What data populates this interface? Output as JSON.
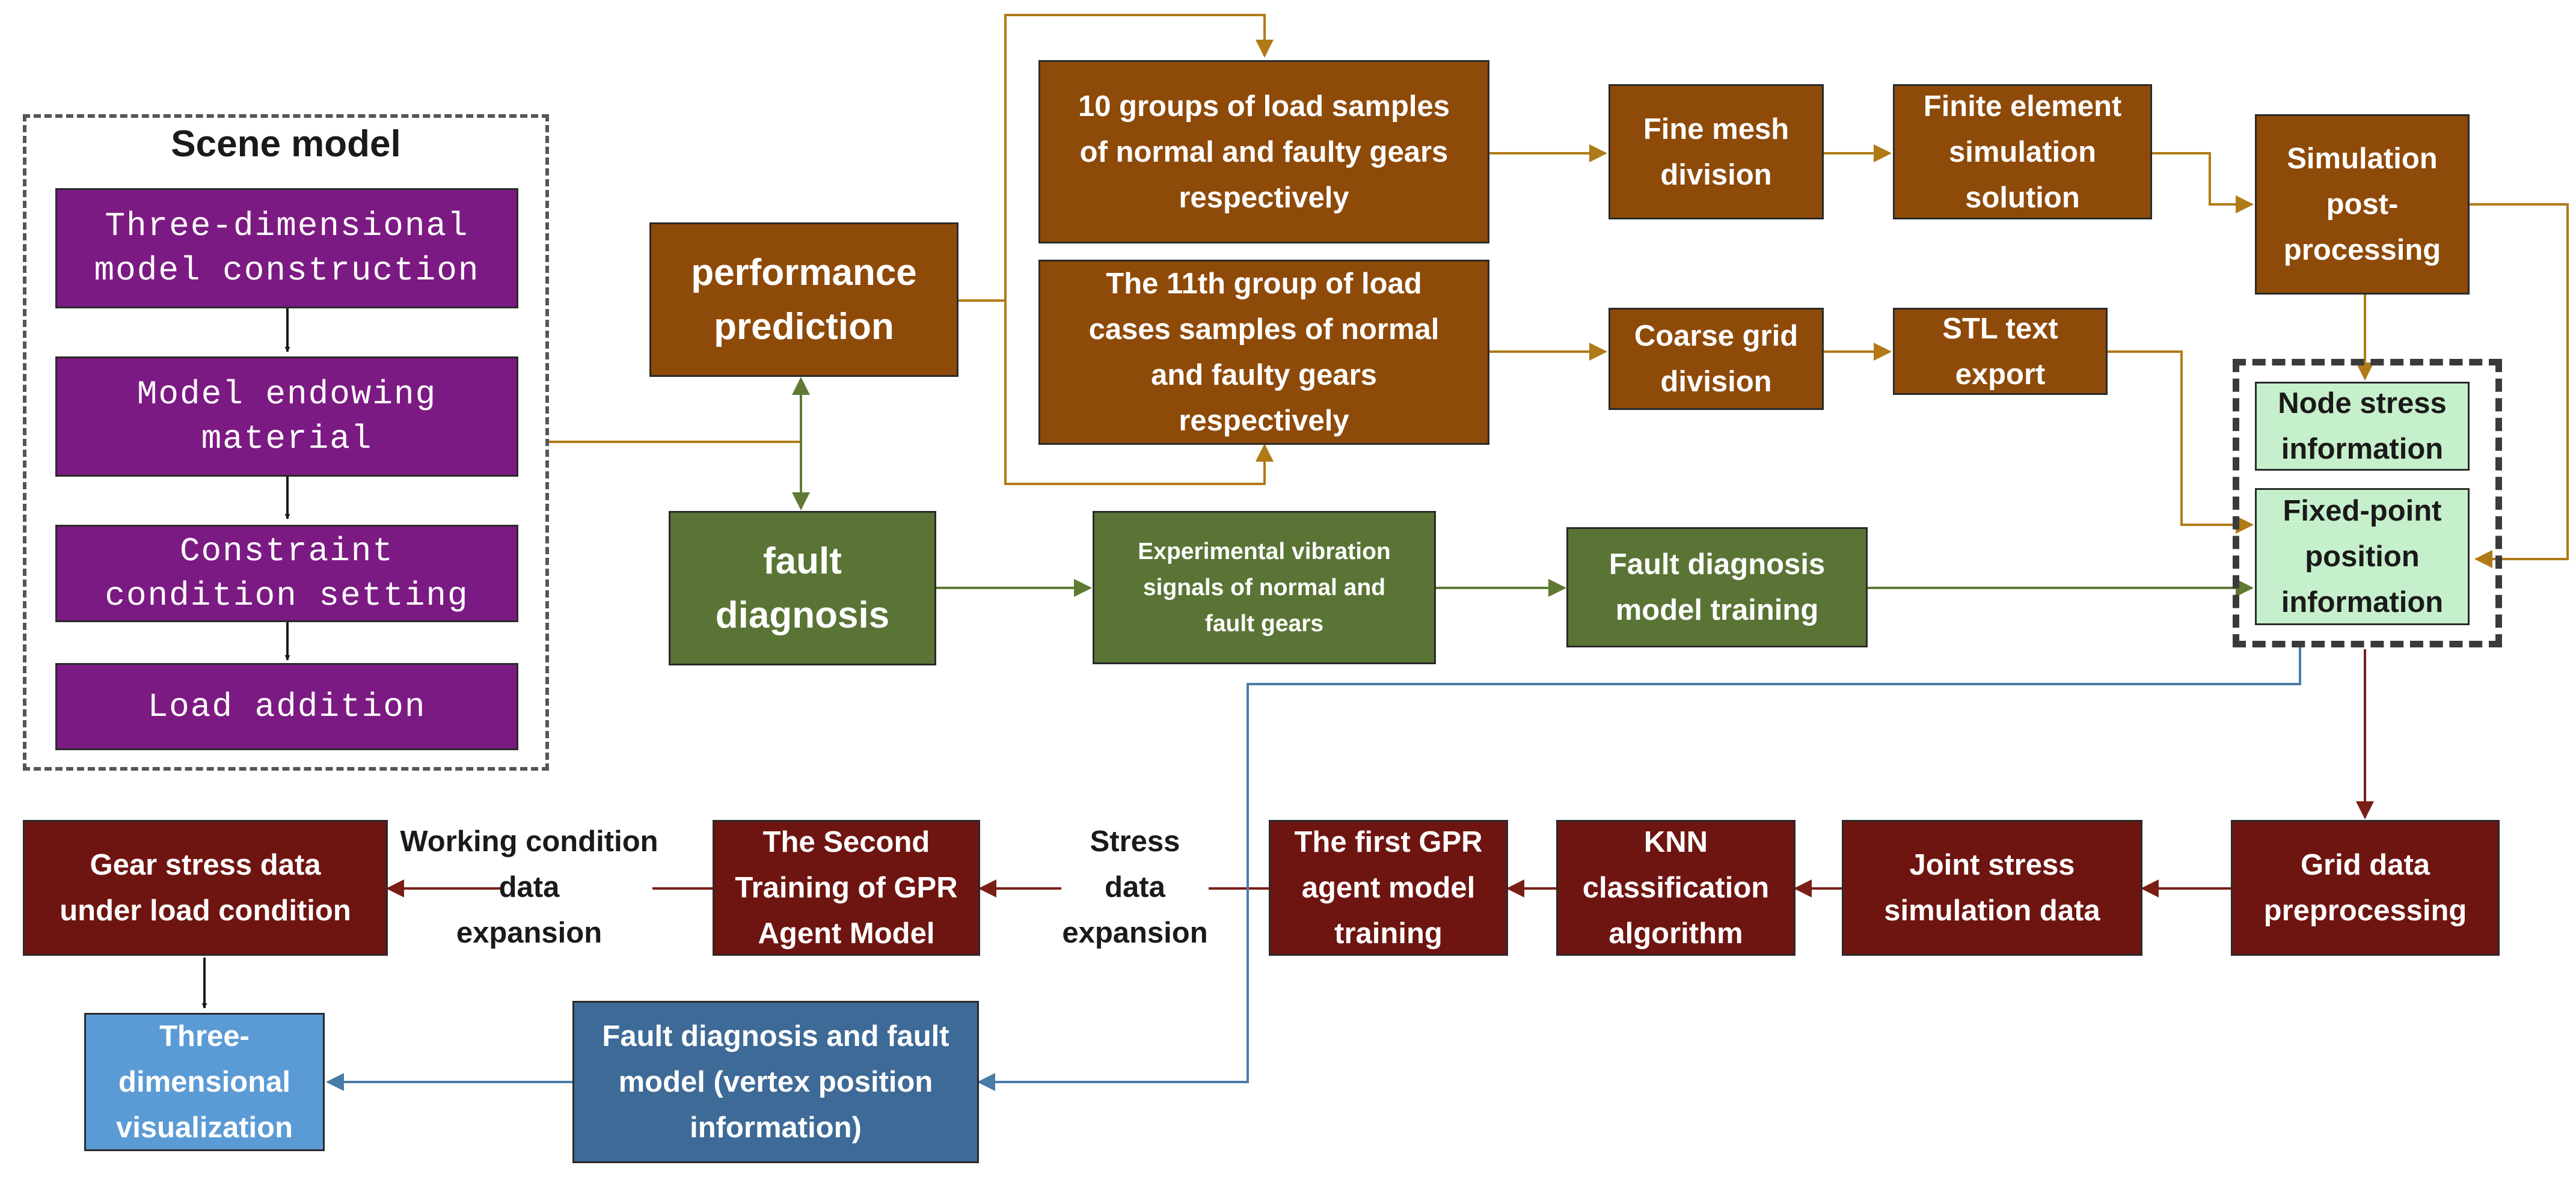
{
  "scene_model": {
    "title": "Scene model",
    "steps": [
      "Three-dimensional\nmodel construction",
      "Model endowing\nmaterial",
      "Constraint\ncondition setting",
      "Load addition"
    ]
  },
  "center": {
    "performance_prediction": "performance\nprediction",
    "fault_diagnosis": "fault\ndiagnosis"
  },
  "fine_branch": {
    "samples": "10 groups of load samples\nof normal and faulty gears\nrespectively",
    "mesh": "Fine mesh\ndivision",
    "fea": "Finite element\nsimulation\nsolution",
    "post": "Simulation\npost-\nprocessing"
  },
  "coarse_branch": {
    "samples": "The 11th group of load\ncases samples of normal\nand faulty gears\nrespectively",
    "grid": "Coarse grid\ndivision",
    "stl": "STL text\nexport"
  },
  "fault_branch": {
    "signals": "Experimental vibration\nsignals of normal and\nfault gears",
    "training": "Fault diagnosis\nmodel training"
  },
  "information": {
    "node_stress": "Node stress\ninformation",
    "fixed_point": "Fixed-point\nposition\ninformation"
  },
  "pipeline": {
    "grid_pre": "Grid data\npreprocessing",
    "joint_stress": "Joint stress\nsimulation data",
    "knn": "KNN\nclassification\nalgorithm",
    "gpr_first": "The first GPR\nagent model\ntraining",
    "stress_expansion": "Stress\ndata\nexpansion",
    "gpr_second": "The Second\nTraining of GPR\nAgent Model",
    "working_expansion": "Working condition\ndata\nexpansion",
    "gear_stress": "Gear stress data\nunder load condition"
  },
  "visualization": {
    "fault_model": "Fault diagnosis and fault\nmodel (vertex position\ninformation)",
    "three_d": "Three-\ndimensional\nvisualization"
  },
  "colors": {
    "purple": "#7c1a83",
    "brown": "#8e4a09",
    "green": "#5a7435",
    "light_green": "#c6efcb",
    "maroon": "#6e1511",
    "steel_blue": "#3d6a97",
    "sky_blue": "#5b9bd5",
    "line_black": "#1a1a1a",
    "line_brown": "#b07a16",
    "line_green": "#5f7a32",
    "line_red": "#7a1f16",
    "line_blue": "#4a7ca8"
  }
}
